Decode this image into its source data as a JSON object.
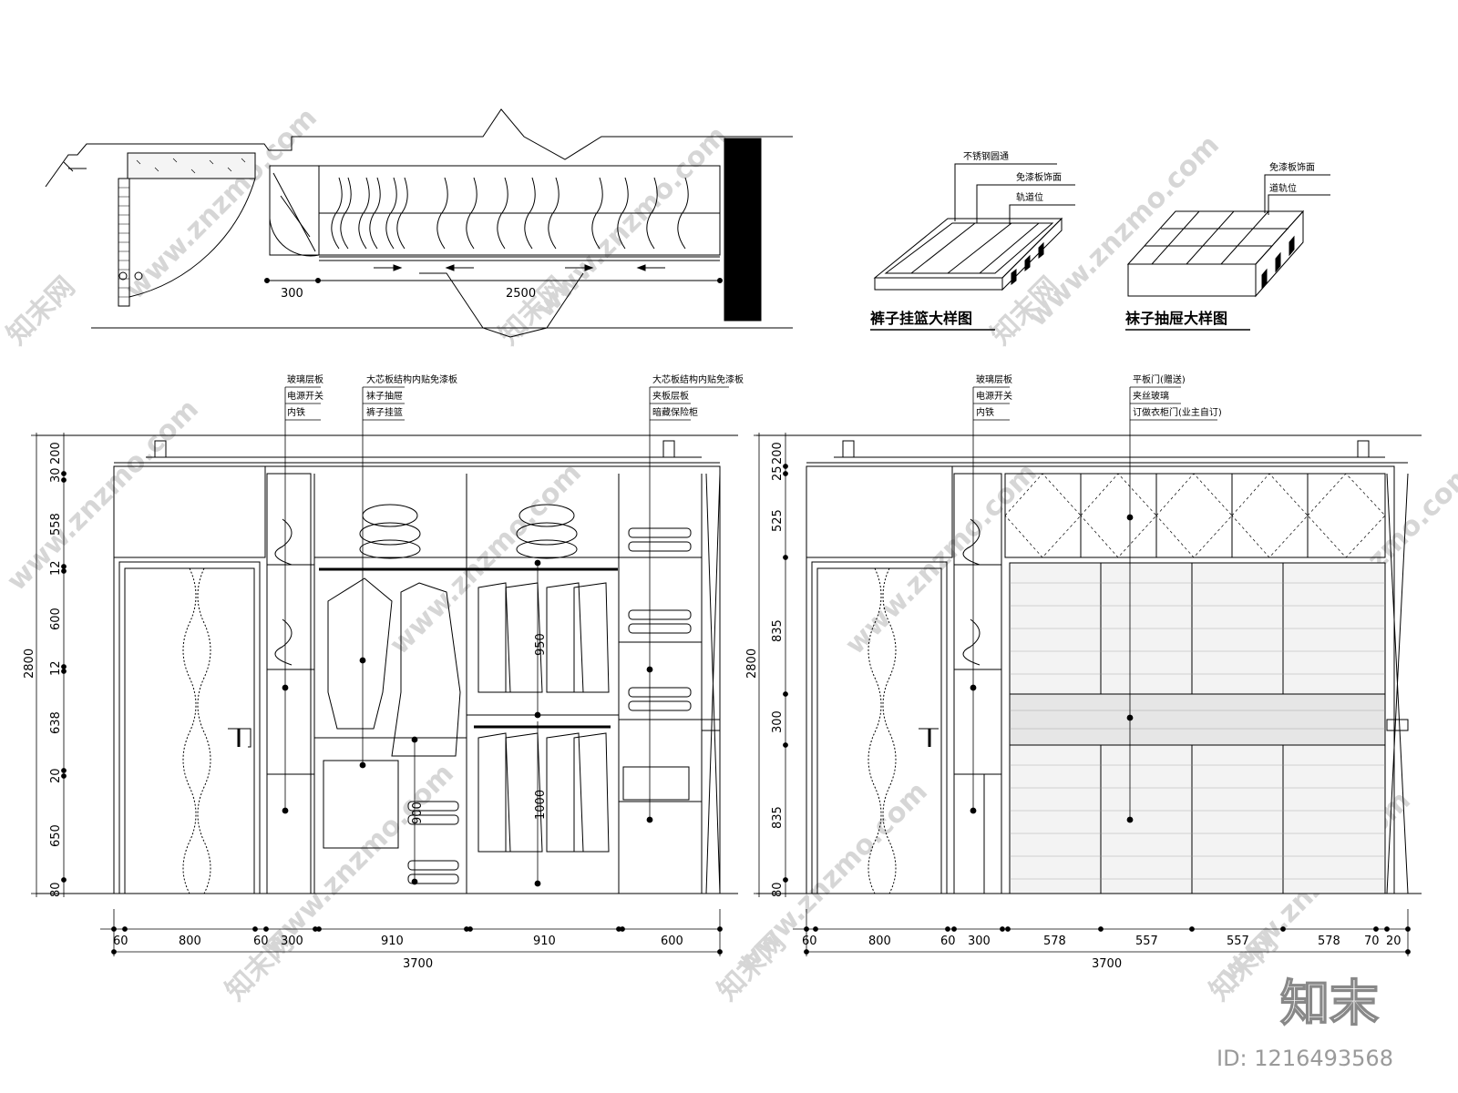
{
  "plan": {
    "dims": [
      "300",
      "2500"
    ]
  },
  "detail_trouser": {
    "labels": [
      "不锈钢圆通",
      "免漆板饰面",
      "轨道位"
    ],
    "title": "裤子挂篮大样图"
  },
  "detail_sock": {
    "labels": [
      "免漆板饰面",
      "道轨位"
    ],
    "title": "袜子抽屉大样图"
  },
  "elev_left": {
    "notes_a": [
      "玻璃层板",
      "电源开关",
      "内铁"
    ],
    "notes_b": [
      "大芯板结构内贴免漆板",
      "袜子抽屉",
      "裤子挂篮"
    ],
    "notes_c": [
      "大芯板结构内贴免漆板",
      "夹板层板",
      "暗藏保险柜"
    ],
    "vdims": [
      "30",
      "200",
      "558",
      "12",
      "600",
      "12",
      "638",
      "20",
      "650",
      "80"
    ],
    "total_height": "2800",
    "inner_dims": [
      "950",
      "1000",
      "900"
    ],
    "hdims": [
      "60",
      "800",
      "60",
      "300",
      "910",
      "910",
      "600"
    ],
    "total_width": "3700"
  },
  "elev_right": {
    "notes_a": [
      "玻璃层板",
      "电源开关",
      "内铁"
    ],
    "notes_b": [
      "平板门(赠送)",
      "夹丝玻璃",
      "订做衣柜门(业主自订)"
    ],
    "vdims": [
      "200",
      "25",
      "525",
      "835",
      "300",
      "835",
      "80"
    ],
    "total_height": "2800",
    "hdims": [
      "60",
      "800",
      "60",
      "300",
      "578",
      "557",
      "557",
      "578",
      "70",
      "20"
    ],
    "total_width": "3700"
  },
  "watermark": {
    "site": "www.znzmo.com",
    "brand": "知末网",
    "logo": "知末",
    "id": "ID: 1216493568"
  }
}
